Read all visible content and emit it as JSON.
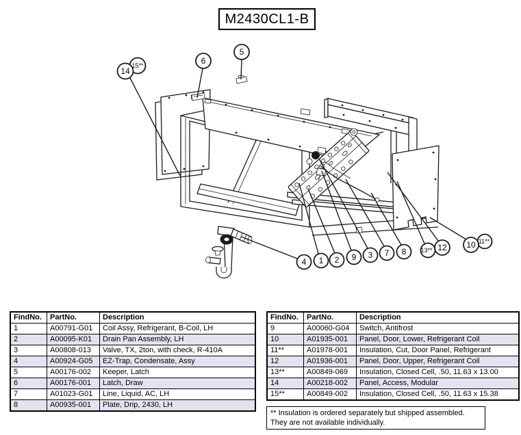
{
  "title": "M2430CL1-B",
  "diagram": {
    "callouts": {
      "n1": "1",
      "n2": "2",
      "n3": "3",
      "n4": "4",
      "n5": "5",
      "n6": "6",
      "n7": "7",
      "n8": "8",
      "n9": "9",
      "n10": "10",
      "n11": "11**",
      "n12": "12",
      "n13": "13**",
      "n14": "14",
      "n15": "15**"
    }
  },
  "parts_table_left": {
    "headers": [
      "FindNo.",
      "PartNo.",
      "Description"
    ],
    "rows": [
      [
        "1",
        "A00791-G01",
        "Coil Assy, Refrigerant, B-Coil, LH"
      ],
      [
        "2",
        "A00095-K01",
        "Drain Pan Assembly, LH"
      ],
      [
        "3",
        "A00808-013",
        "Valve, TX, 2ton, with check, R-410A"
      ],
      [
        "4",
        "A00924-G05",
        "EZ-Trap, Condensate, Assy"
      ],
      [
        "5",
        "A00176-002",
        "Keeper, Latch"
      ],
      [
        "6",
        "A00176-001",
        "Latch, Draw"
      ],
      [
        "7",
        "A01023-G01",
        "Line, Liquid, AC, LH"
      ],
      [
        "8",
        "A00935-001",
        "Plate, Drip, 2430, LH"
      ]
    ]
  },
  "parts_table_right": {
    "headers": [
      "FindNo.",
      "PartNo.",
      "Description"
    ],
    "rows": [
      [
        "9",
        "A00060-G04",
        "Switch, Antifrost"
      ],
      [
        "10",
        "A01935-001",
        "Panel, Door, Lower, Refrigerant Coil"
      ],
      [
        "11**",
        "A01978-001",
        "Insulation, Cut, Door Panel, Refrigerant"
      ],
      [
        "12",
        "A01936-001",
        "Panel, Door, Upper, Refrigerant Coil"
      ],
      [
        "13**",
        "A00849-069",
        "Insulation, Closed Cell, .50, 11.63 x 13.00"
      ],
      [
        "14",
        "A00218-002",
        "Panel, Access, Modular"
      ],
      [
        "15**",
        "A00849-002",
        "Insulation, Closed Cell, .50, 11.63 x 15.38"
      ]
    ]
  },
  "footnote": {
    "line1": "** Insulation is ordered separately but shipped assembled.",
    "line2": "They are not available individually."
  }
}
